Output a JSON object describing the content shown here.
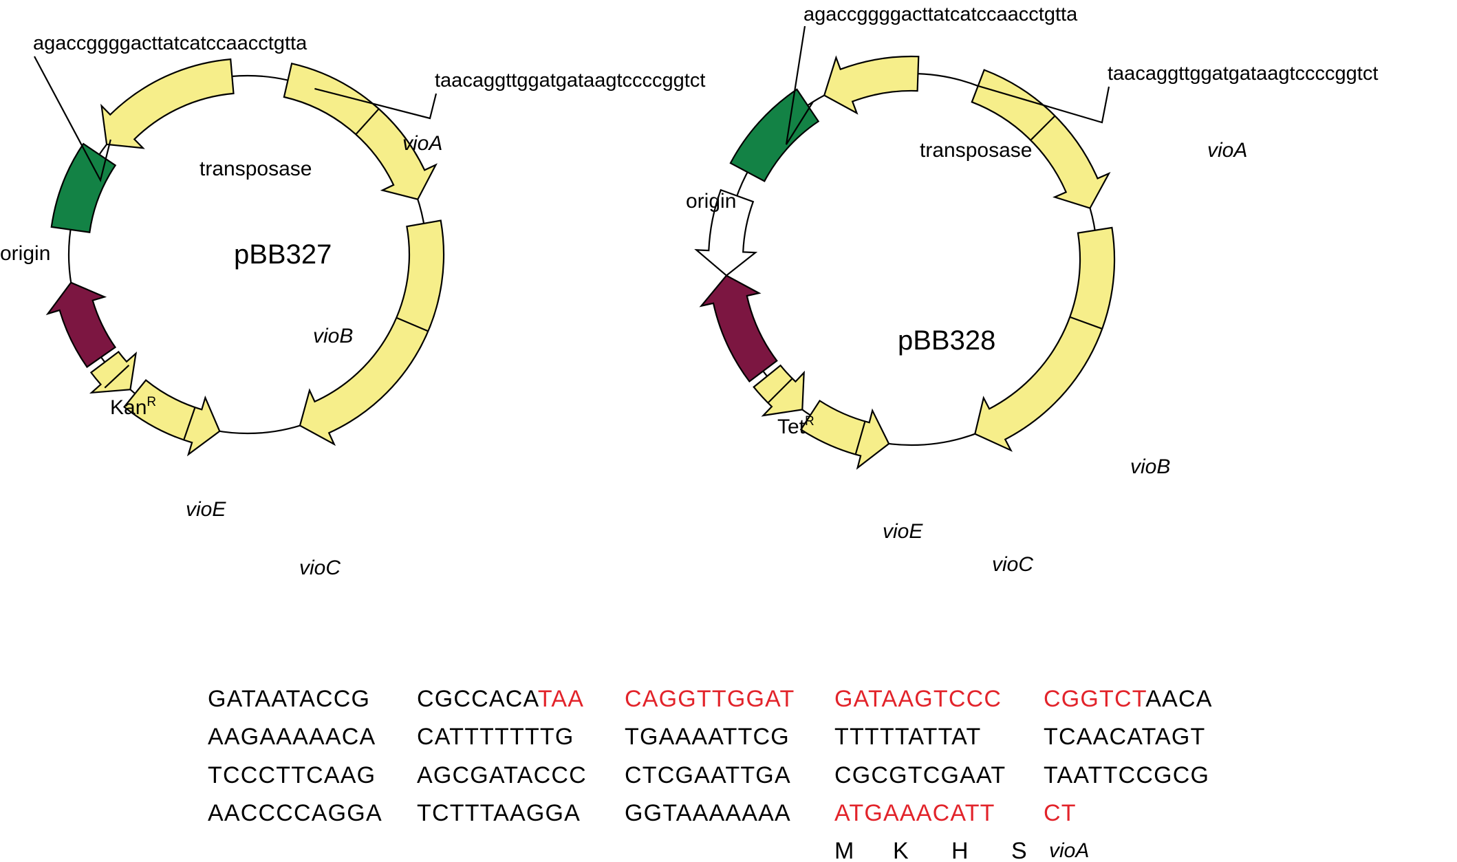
{
  "colors": {
    "gene_yellow": "#f6ee8a",
    "origin_green": "#138245",
    "resistance_maroon": "#7c1641",
    "highlight_red": "#e2232a",
    "white_arrow": "#ffffff"
  },
  "plasmids": [
    {
      "name": "pBB327",
      "oligo_left": "agaccggggacttatcatccaacctgtta",
      "oligo_right": "taacaggttggatgataagtccccggtct",
      "features": {
        "transposase": "transposase",
        "origin": "origin",
        "marker_base": "Kan",
        "marker_sup": "R",
        "vioA": "vioA",
        "vioB": "vioB",
        "vioC": "vioC",
        "vioE": "vioE"
      }
    },
    {
      "name": "pBB328",
      "oligo_left": "agaccggggacttatcatccaacctgtta",
      "oligo_right": "taacaggttggatgataagtccccggtct",
      "features": {
        "transposase": "transposase",
        "origin": "origin",
        "marker_base": "Tet",
        "marker_sup": "R",
        "vioA": "vioA",
        "vioB": "vioB",
        "vioC": "vioC",
        "vioE": "vioE"
      }
    }
  ],
  "sequence": {
    "rows": [
      [
        [
          {
            "t": "GATAATACCG",
            "red": false
          }
        ],
        [
          {
            "t": "CGCCACA",
            "red": false
          },
          {
            "t": "TAA",
            "red": true
          }
        ],
        [
          {
            "t": "CAGGTTGGAT",
            "red": true
          }
        ],
        [
          {
            "t": "GATAAGTCCC",
            "red": true
          }
        ],
        [
          {
            "t": "CGGTCT",
            "red": true
          },
          {
            "t": "AACA",
            "red": false
          }
        ]
      ],
      [
        [
          {
            "t": "AAGAAAAACA",
            "red": false
          }
        ],
        [
          {
            "t": "CATTTTTTTG",
            "red": false
          }
        ],
        [
          {
            "t": "TGAAAATTCG",
            "red": false
          }
        ],
        [
          {
            "t": "TTTTTATTAT",
            "red": false
          }
        ],
        [
          {
            "t": "TCAACATAGT",
            "red": false
          }
        ]
      ],
      [
        [
          {
            "t": "TCCCTTCAAG",
            "red": false
          }
        ],
        [
          {
            "t": "AGCGATACCC",
            "red": false
          }
        ],
        [
          {
            "t": "CTCGAATTGA",
            "red": false
          }
        ],
        [
          {
            "t": "CGCGTCGAAT",
            "red": false
          }
        ],
        [
          {
            "t": "TAATTCCGCG",
            "red": false
          }
        ]
      ],
      [
        [
          {
            "t": "AACCCCAGGA",
            "red": false
          }
        ],
        [
          {
            "t": "TCTTTAAGGA",
            "red": false
          }
        ],
        [
          {
            "t": "GGTAAAAAAA",
            "red": false
          }
        ],
        [
          {
            "t": "ATGAAACATT",
            "red": true
          }
        ],
        [
          {
            "t": "CT",
            "red": true
          }
        ]
      ]
    ],
    "amino_acids": [
      "M",
      "K",
      "H",
      "S"
    ],
    "gene_label": "vioA"
  }
}
